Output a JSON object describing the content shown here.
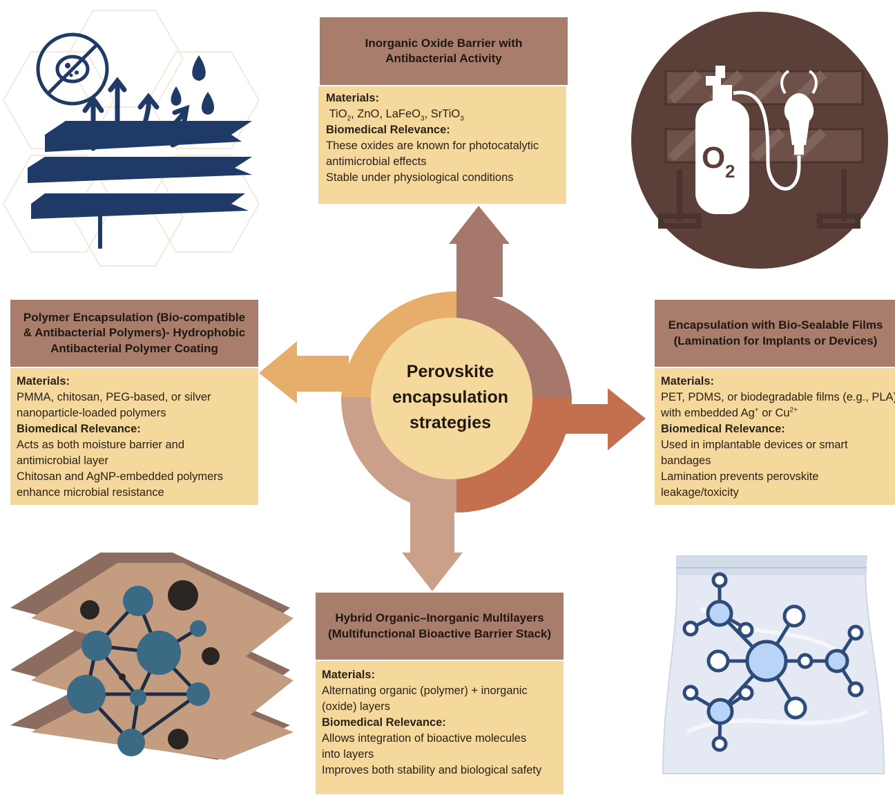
{
  "center": {
    "line1": "Perovskite",
    "line2": "encapsulation",
    "line3": "strategies"
  },
  "colors": {
    "top_arrow": "#a6786b",
    "left_arrow": "#e6ad6b",
    "right_arrow": "#c4704f",
    "bottom_arrow": "#caa08a",
    "center_circle": "#f5d99c",
    "box_header": "#a97d6c",
    "box_body": "#f5d99c",
    "icon_navy": "#1f3a66",
    "icon_brown": "#5a4038"
  },
  "top": {
    "title1": "Inorganic Oxide Barrier with",
    "title2": "Antibacterial Activity",
    "materials_label": "Materials:",
    "m_tio": "TiO",
    "m_tio_sub": "2",
    "m_zno": ", ZnO, LaFeO",
    "m_lafeo_sub": "3",
    "m_srtio": ", SrTiO",
    "m_srtio_sub": "3",
    "relevance_label": "Biomedical Relevance:",
    "r1": "These oxides are known for photocatalytic",
    "r2": "antimicrobial effects",
    "r3": "Stable under physiological conditions"
  },
  "left": {
    "title1": "Polymer Encapsulation (Bio-compatible",
    "title2": "& Antibacterial Polymers)- Hydrophobic",
    "title3": "Antibacterial Polymer Coating",
    "materials_label": "Materials:",
    "m1": "PMMA, chitosan, PEG-based, or silver",
    "m2": "nanoparticle-loaded polymers",
    "relevance_label": "Biomedical Relevance:",
    "r1": "Acts as both moisture barrier and",
    "r2": "antimicrobial layer",
    "r3": "Chitosan and AgNP-embedded polymers",
    "r4": "enhance microbial resistance"
  },
  "right": {
    "title1": "Encapsulation with Bio-Sealable Films",
    "title2": "(Lamination for Implants or Devices)",
    "materials_label": "Materials:",
    "m1": "PET, PDMS, or biodegradable films (e.g., PLA)",
    "m2a": "with embedded Ag",
    "m2_sup1": "+",
    "m2b": " or Cu",
    "m2_sup2": "2+",
    "relevance_label": "Biomedical Relevance:",
    "r1": "Used in implantable devices or smart",
    "r2": "bandages",
    "r3": "Lamination prevents perovskite",
    "r4": "leakage/toxicity"
  },
  "bottom": {
    "title1": "Hybrid Organic–Inorganic Multilayers",
    "title2": "(Multifunctional Bioactive Barrier Stack)",
    "materials_label": "Materials:",
    "m1": "Alternating organic (polymer) + inorganic",
    "m2": "(oxide) layers",
    "relevance_label": "Biomedical Relevance:",
    "r1": "Allows integration of bioactive molecules",
    "r2": "into layers",
    "r3": "Improves both stability and biological safety"
  },
  "icons": {
    "top_left": "hydrophobic-antibacterial-layers-icon",
    "top_right": "oxygen-tank-barrier-icon",
    "bottom_left": "layered-nanoparticle-network-icon",
    "bottom_right": "sealed-molecule-bag-icon",
    "o2_label": "O",
    "o2_sub": "2"
  }
}
